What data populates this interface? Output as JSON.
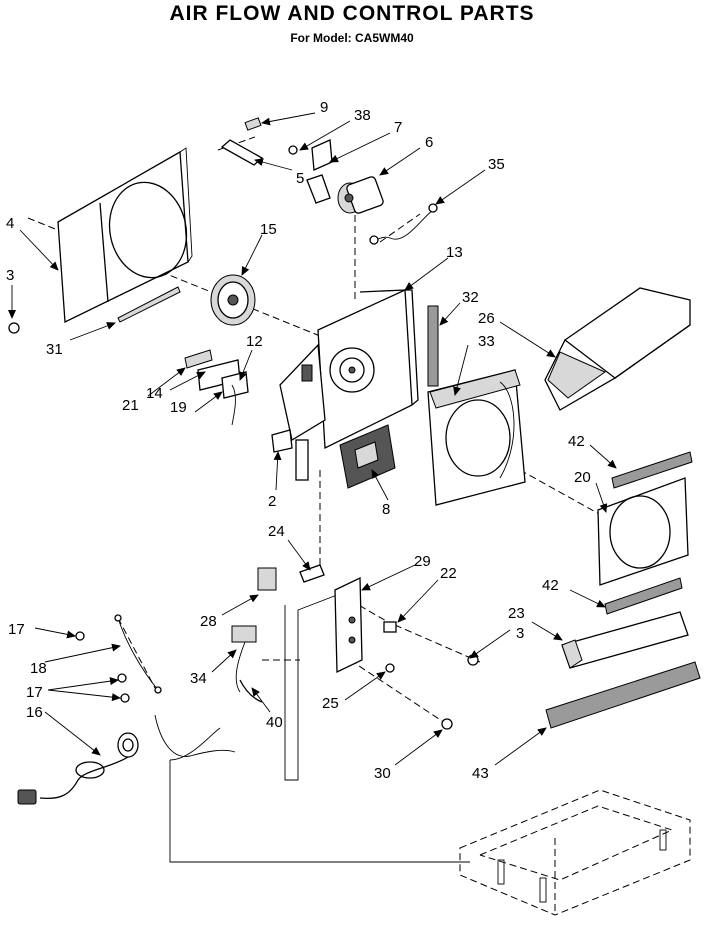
{
  "title": "AIR FLOW AND CONTROL PARTS",
  "subtitle": "For Model: CA5WM40",
  "part_numbers": [
    "9",
    "38",
    "7",
    "6",
    "5",
    "35",
    "4",
    "3",
    "15",
    "13",
    "32",
    "26",
    "31",
    "12",
    "33",
    "21",
    "14",
    "19",
    "42",
    "20",
    "2",
    "8",
    "24",
    "29",
    "22",
    "28",
    "42",
    "23",
    "17",
    "3",
    "18",
    "34",
    "17",
    "25",
    "16",
    "40",
    "30",
    "43"
  ]
}
